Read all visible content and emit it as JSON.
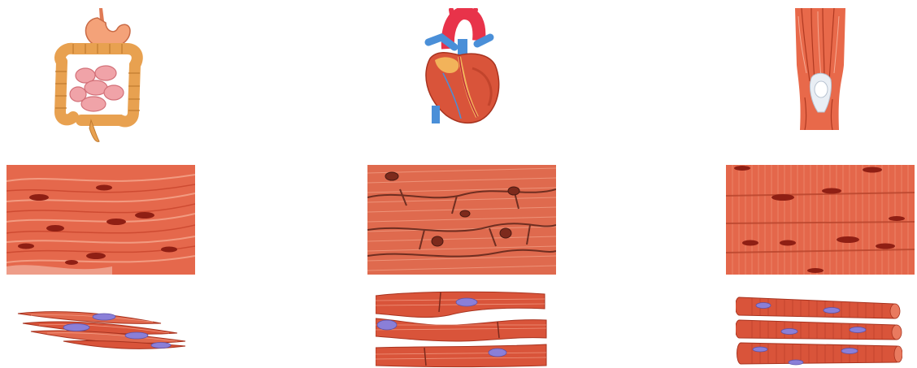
{
  "figure": {
    "columns": [
      {
        "tissue": "smooth",
        "organ_icon": "digestive-tract-icon",
        "micrograph_icon": "smooth-muscle-micrograph",
        "cells_icon": "smooth-muscle-cells-drawing"
      },
      {
        "tissue": "cardiac",
        "organ_icon": "heart-icon",
        "micrograph_icon": "cardiac-muscle-micrograph",
        "cells_icon": "cardiac-muscle-cells-drawing"
      },
      {
        "tissue": "skeletal",
        "organ_icon": "leg-muscle-icon",
        "micrograph_icon": "skeletal-muscle-micrograph",
        "cells_icon": "skeletal-muscle-fibers-drawing"
      }
    ],
    "colors": {
      "muscle": "#d9543a",
      "muscle_light": "#f08a6a",
      "nucleus": "#8a7fd8",
      "micrograph_bg": "#e5684c",
      "micrograph_nucleus": "#8f1f14",
      "fat": "#f2b35a",
      "aorta": "#e8334a",
      "vein": "#4a8fd8"
    }
  }
}
